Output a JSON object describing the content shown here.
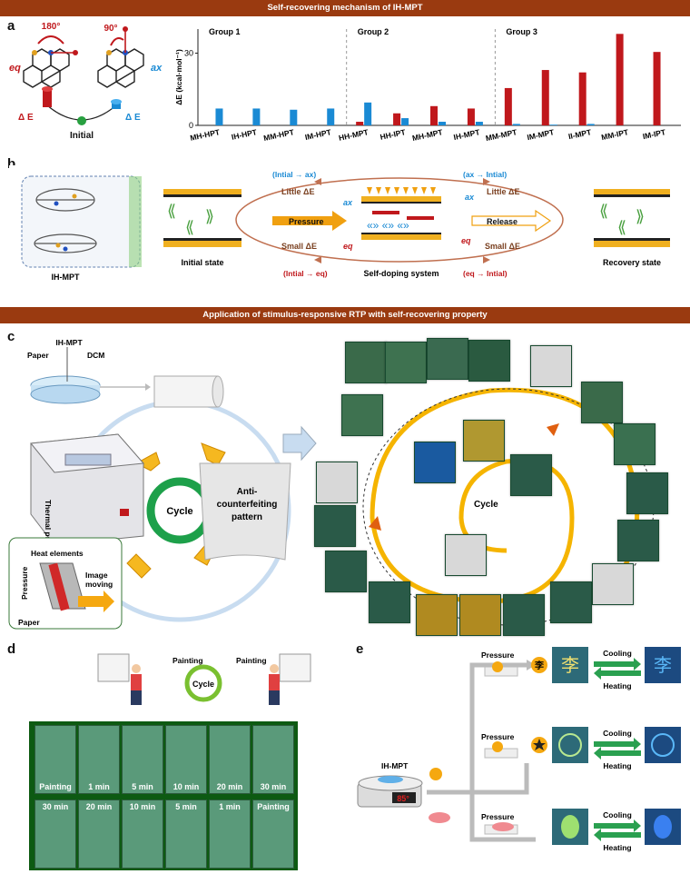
{
  "banners": {
    "top": "Self-recovering mechanism of IH-MPT",
    "middle": "Application of stimulus-responsive RTP with self-recovering property"
  },
  "panels": {
    "a": "a",
    "b": "b",
    "c": "c",
    "d": "d",
    "e": "e"
  },
  "panel_a": {
    "angle_eq": "180°",
    "angle_ax": "90°",
    "eq": "eq",
    "ax": "ax",
    "delta_e_left": "Δ E",
    "delta_e_right": "Δ E",
    "initial": "Initial",
    "colors": {
      "eq": "#c0181c",
      "ax": "#1a8ad4"
    }
  },
  "chart_data": {
    "type": "bar",
    "ylabel": "ΔE (kcal·mol⁻¹)",
    "ylim": [
      0,
      40
    ],
    "yticks": [
      0,
      30
    ],
    "groups": [
      {
        "name": "Group 1",
        "categories": [
          "MH-HPT",
          "IH-HPT",
          "MM-HPT",
          "IM-HPT"
        ]
      },
      {
        "name": "Group 2",
        "categories": [
          "HH-MPT",
          "HH-IPT",
          "MH-MPT",
          "IH-MPT"
        ]
      },
      {
        "name": "Group 3",
        "categories": [
          "MM-MPT",
          "IM-MPT",
          "II-MPT",
          "MM-IPT",
          "IM-IPT"
        ]
      }
    ],
    "series": [
      {
        "color": "#c0181c",
        "values": [
          0,
          0,
          0,
          0,
          1.5,
          5,
          8,
          7,
          15.5,
          23,
          22,
          38,
          30.5
        ]
      },
      {
        "color": "#1a8ad4",
        "values": [
          7,
          7,
          6.5,
          7,
          9.5,
          3,
          1.5,
          1.5,
          0.6,
          0.3,
          0.6,
          0,
          0
        ]
      }
    ]
  },
  "panel_b": {
    "molecule": "IH-MPT",
    "initial_state": "Initial state",
    "recovery_state": "Recovery state",
    "self_doping": "Self-doping system",
    "pressure": "Pressure",
    "release": "Release",
    "little_de_left": "Little ΔE",
    "little_de_right": "Little ΔE",
    "small_de_left": "Small ΔE",
    "small_de_right": "Small ΔE",
    "ax_left": "ax",
    "ax_right": "ax",
    "eq_left": "eq",
    "eq_right": "eq",
    "initial_to_ax": "(Intial → ax)",
    "ax_to_initial": "(ax → Intial)",
    "initial_to_eq": "(Intial → eq)",
    "eq_to_initial": "(eq → Intial)"
  },
  "panel_c": {
    "ih_mpt": "IH-MPT",
    "dcm": "DCM",
    "paper": "Paper",
    "cycle": "Cycle",
    "thermal_printer": "Thermal printer",
    "anti_line1": "Anti-",
    "anti_line2": "counterfeiting",
    "anti_line3": "pattern",
    "heat_elements": "Heat elements",
    "pressure": "Pressure",
    "image_moving_1": "Image",
    "image_moving_2": "moving",
    "paper_label": "Paper",
    "spiral_cycle": "Cycle"
  },
  "panel_d": {
    "painting_left": "Painting",
    "painting_right": "Painting",
    "cycle": "Cycle",
    "top_row": [
      "Painting",
      "1 min",
      "5 min",
      "10 min",
      "20 min",
      "30 min"
    ],
    "bottom_row": [
      "30 min",
      "20 min",
      "10 min",
      "5 min",
      "1 min",
      "Painting"
    ]
  },
  "panel_e": {
    "ih_mpt": "IH-MPT",
    "temperature": "85°",
    "pressure_1": "Pressure",
    "pressure_2": "Pressure",
    "pressure_3": "Pressure",
    "cooling": [
      "Cooling",
      "Cooling",
      "Cooling"
    ],
    "heating": [
      "Heating",
      "Heating",
      "Heating"
    ],
    "char": "李"
  }
}
